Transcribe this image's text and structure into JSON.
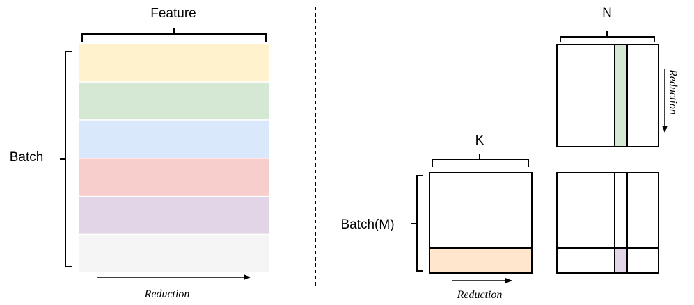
{
  "left": {
    "feature_label": "Feature",
    "batch_label": "Batch",
    "reduction_label": "Reduction",
    "rows": [
      {
        "color": "#fff2cc"
      },
      {
        "color": "#d5e8d4"
      },
      {
        "color": "#dae8fc"
      },
      {
        "color": "#f8cecc"
      },
      {
        "color": "#e1d5e7"
      },
      {
        "color": "#f5f5f5"
      }
    ]
  },
  "right": {
    "n_label": "N",
    "k_label": "K",
    "batch_m_label": "Batch(M)",
    "reduction_bottom_label": "Reduction",
    "reduction_side_label": "Reduction",
    "colors": {
      "a_row": "#ffe6cc",
      "b_column": "#d5e8d4",
      "c_cell": "#e1d5e7"
    }
  }
}
